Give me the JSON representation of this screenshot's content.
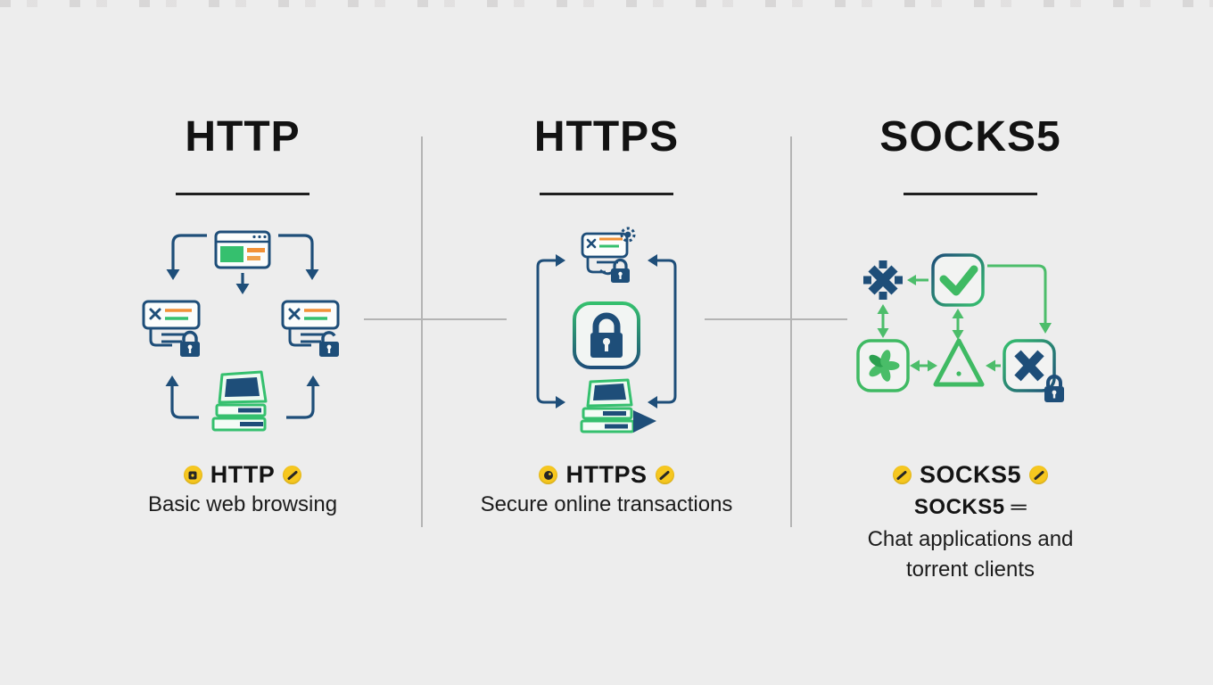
{
  "page": {
    "background_color": "#ededed",
    "divider_color": "#b4b4b4",
    "underline_color": "#1f1f1f"
  },
  "colors": {
    "title_text": "#121212",
    "body_text": "#1c1c1c",
    "dark_blue": "#1e4e79",
    "green": "#35c06e",
    "orange": "#f29136",
    "badge_yellow": "#f6c71f"
  },
  "columns": [
    {
      "id": "http",
      "title": "HTTP",
      "badge_label": "HTTP",
      "description": "Basic web browsing",
      "icons": [
        "browser-window-icon",
        "down-arrow",
        "request-card-lock-icon",
        "request-card-unlock-icon",
        "laptop-server-icon",
        "cycle-arrows"
      ]
    },
    {
      "id": "https",
      "title": "HTTPS",
      "badge_label": "HTTPS",
      "description": "Secure online transactions",
      "icons": [
        "secure-request-card-icon",
        "gear-icon",
        "lock-icon",
        "padlock-tile-icon",
        "laptop-send-icon",
        "bracket-arrows"
      ]
    },
    {
      "id": "socks5",
      "title": "SOCKS5",
      "badge_label": "SOCKS5",
      "sublabel": "SOCKS5",
      "sublabel_mark": "═",
      "description_line1": "Chat applications and",
      "description_line2": "torrent clients",
      "icons": [
        "gear-x-icon",
        "check-box-icon",
        "pinwheel-box-icon",
        "triangle-alert-icon",
        "x-box-lock-icon",
        "network-arrows"
      ]
    }
  ]
}
